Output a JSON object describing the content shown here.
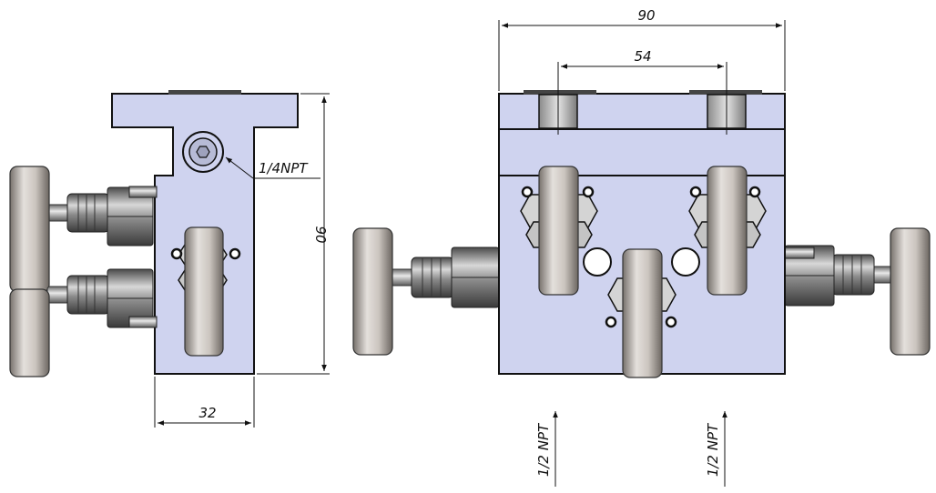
{
  "colors": {
    "body": "#cfd3ef",
    "body_edge": "#111111",
    "steel_light": "#e6e6e6",
    "steel_mid": "#a9a9a9",
    "steel_dark": "#4a4a4a",
    "handle_light": "#cfc9c3",
    "handle_dark": "#6f6a66"
  },
  "side_view": {
    "dim_height": "90",
    "dim_width": "32",
    "dim_port": "1/4NPT"
  },
  "front_view": {
    "dim_total_width": "90",
    "dim_port_spacing": "54",
    "dim_inlet_left": "1/2 NPT",
    "dim_inlet_right": "1/2 NPT"
  }
}
